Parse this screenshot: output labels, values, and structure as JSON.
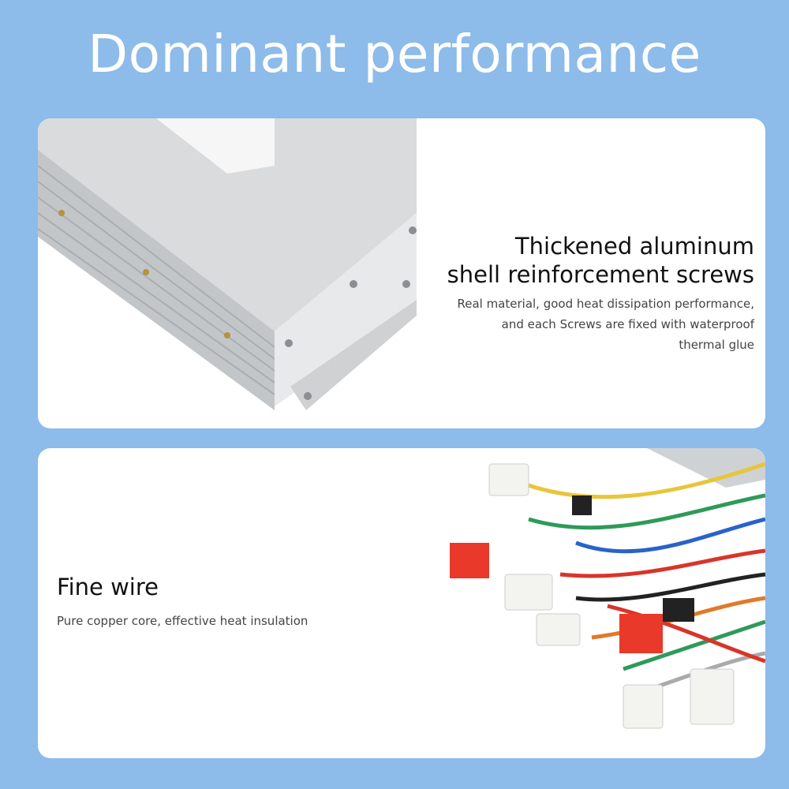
{
  "title": "Dominant performance",
  "features": [
    {
      "heading_lines": [
        "Thickened aluminum",
        "shell reinforcement screws"
      ],
      "description_lines": [
        "Real material, good heat dissipation performance,",
        "and each Screws are fixed with waterproof",
        "thermal glue"
      ]
    },
    {
      "heading_lines": [
        "Fine wire"
      ],
      "description_lines": [
        "Pure copper core, effective heat insulation"
      ]
    }
  ],
  "colors": {
    "background": "#8dbbea",
    "card": "#ffffff",
    "title": "#ffffff"
  }
}
